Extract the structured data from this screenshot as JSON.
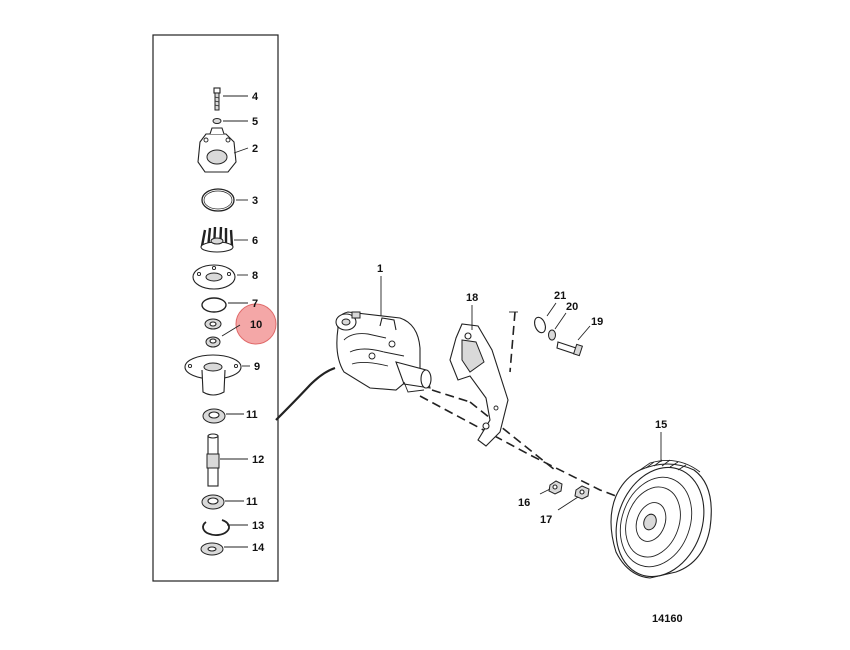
{
  "figure_number": "14160",
  "highlight_color": "#f08a8a",
  "callouts": {
    "c1": "1",
    "c2": "2",
    "c3": "3",
    "c4": "4",
    "c5": "5",
    "c6": "6",
    "c7": "7",
    "c8": "8",
    "c9": "9",
    "c10": "10",
    "c11a": "11",
    "c11b": "11",
    "c12": "12",
    "c13": "13",
    "c14": "14",
    "c15": "15",
    "c16": "16",
    "c17": "17",
    "c18": "18",
    "c19": "19",
    "c20": "20",
    "c21": "21"
  }
}
